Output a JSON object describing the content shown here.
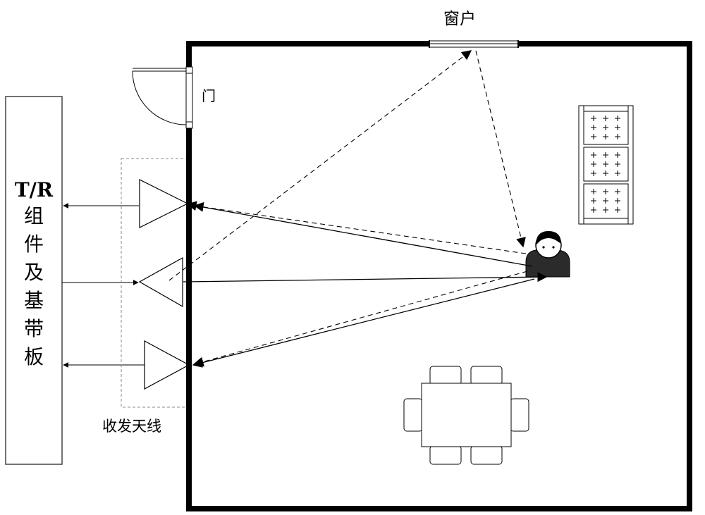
{
  "labels": {
    "window": "窗户",
    "door": "门",
    "board_chars": [
      "T/R",
      "组",
      "件",
      "及",
      "基",
      "带",
      "板"
    ],
    "antenna": "收发天线"
  }
}
